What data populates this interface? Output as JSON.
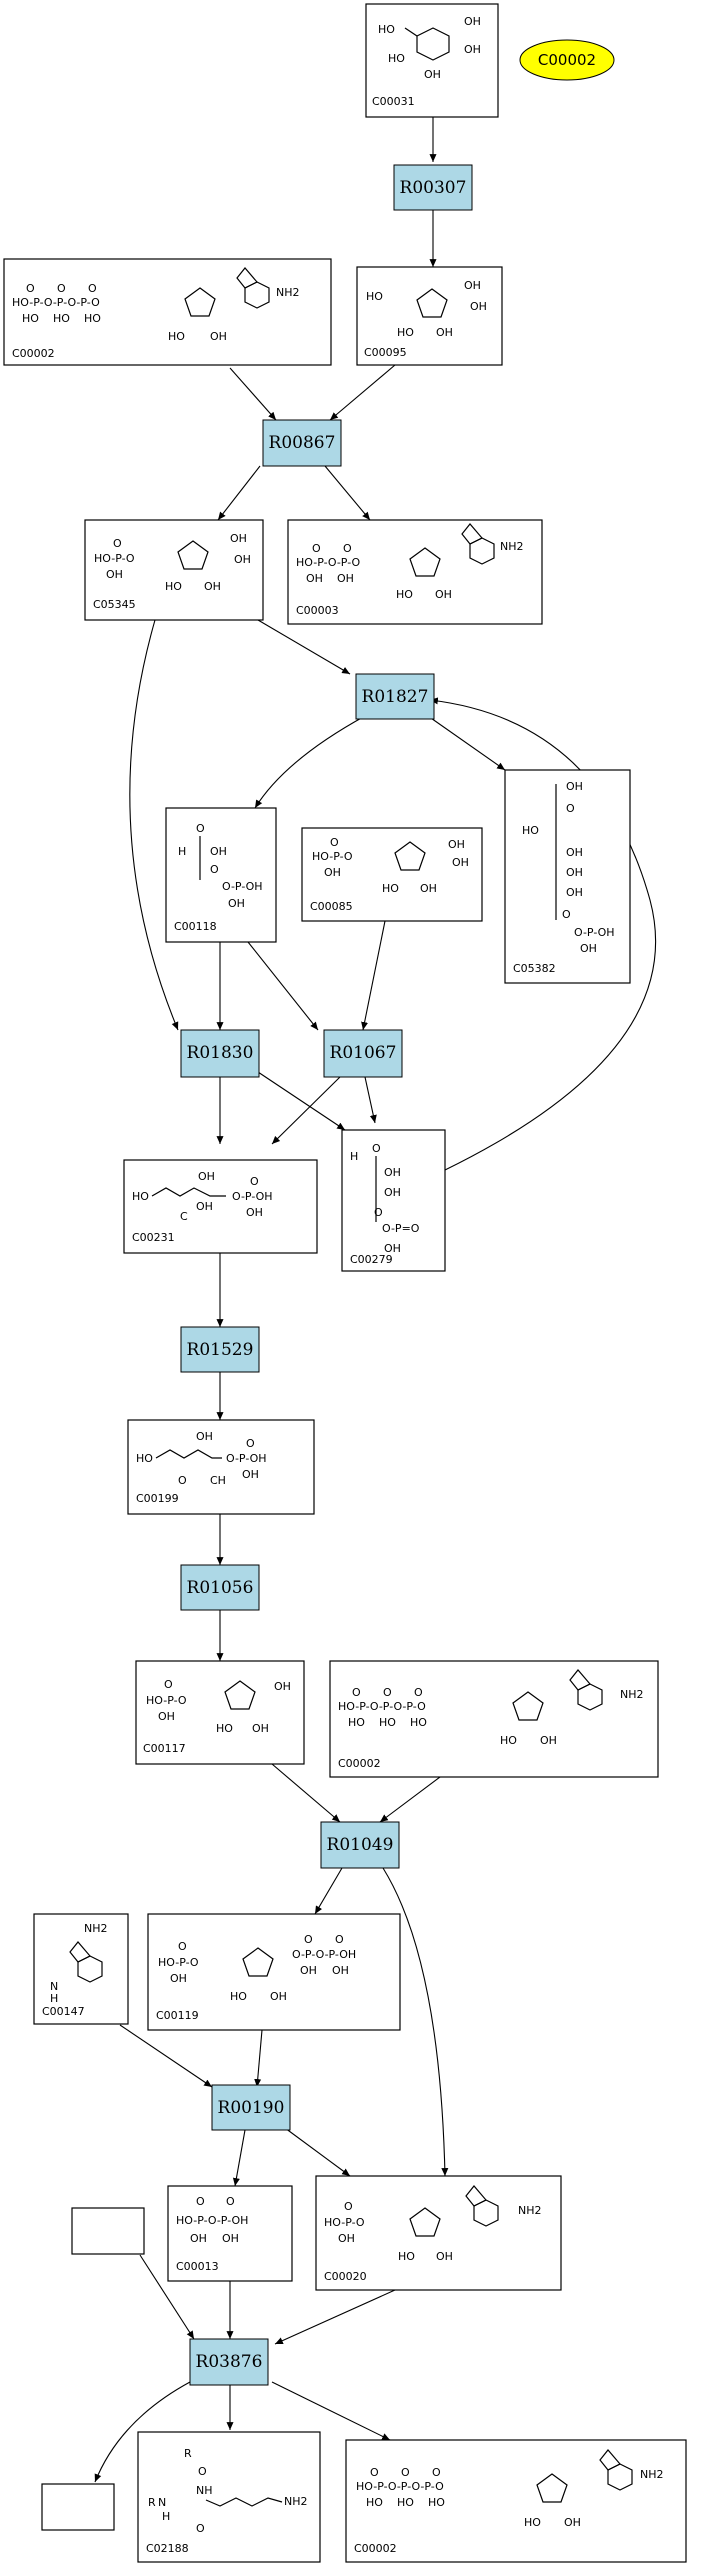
{
  "legend": {
    "label": "C00002",
    "color": "#ffff00"
  },
  "reaction_color": "#add8e6",
  "reactions": [
    {
      "id": "R00307"
    },
    {
      "id": "R00867"
    },
    {
      "id": "R01827"
    },
    {
      "id": "R01830"
    },
    {
      "id": "R01067"
    },
    {
      "id": "R01529"
    },
    {
      "id": "R01056"
    },
    {
      "id": "R01049"
    },
    {
      "id": "R00190"
    },
    {
      "id": "R03876"
    }
  ],
  "compounds": [
    {
      "id": "C00031"
    },
    {
      "id": "C00002"
    },
    {
      "id": "C00095"
    },
    {
      "id": "C05345"
    },
    {
      "id": "C00003"
    },
    {
      "id": "C00118"
    },
    {
      "id": "C00085"
    },
    {
      "id": "C05382"
    },
    {
      "id": "C00231"
    },
    {
      "id": "C00279"
    },
    {
      "id": "C00199"
    },
    {
      "id": "C00117"
    },
    {
      "id": "C00002"
    },
    {
      "id": "C00147"
    },
    {
      "id": "C00119"
    },
    {
      "id": "C00013"
    },
    {
      "id": "C00020"
    },
    {
      "id": "C02188"
    },
    {
      "id": "C00002"
    }
  ],
  "labels": {
    "ho": "HO",
    "oh": "OH",
    "o": "O",
    "p": "P",
    "nh2": "NH2",
    "nh": "NH",
    "n": "N",
    "h": "H",
    "r": "R",
    "c": "C",
    "ch": "CH"
  }
}
